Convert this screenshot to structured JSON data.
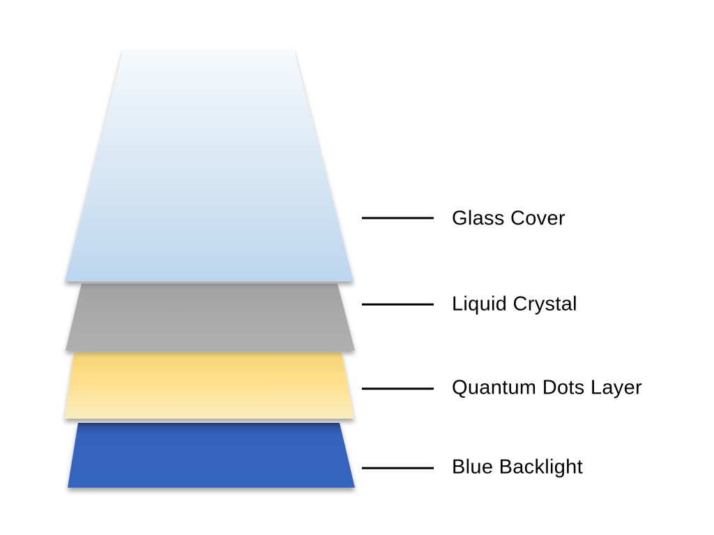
{
  "figure": {
    "type": "layer-stack-diagram",
    "background": "#FFFFFF",
    "text_color": "#000000",
    "connector_color": "#000000"
  },
  "layers": [
    {
      "id": "glass-cover",
      "label": "Glass Cover",
      "gradient": [
        "#F8FBFE",
        "#F2F7FB",
        "#DCE9F5",
        "#BCD6EE"
      ]
    },
    {
      "id": "liquid-crystal",
      "label": "Liquid Crystal",
      "gradient": [
        "#8F8F8F",
        "#A3A3A3",
        "#A9A9A9",
        "#AFAFAF"
      ]
    },
    {
      "id": "quantum-dots-layer",
      "label": "Quantum Dots Layer",
      "gradient": [
        "#CFB567",
        "#F6D67C",
        "#FFDF88",
        "#FBEDBD"
      ]
    },
    {
      "id": "blue-backlight",
      "label": "Blue Backlight",
      "gradient": [
        "#24396C",
        "#2F55A5",
        "#3462BD",
        "#3565BE"
      ]
    }
  ]
}
